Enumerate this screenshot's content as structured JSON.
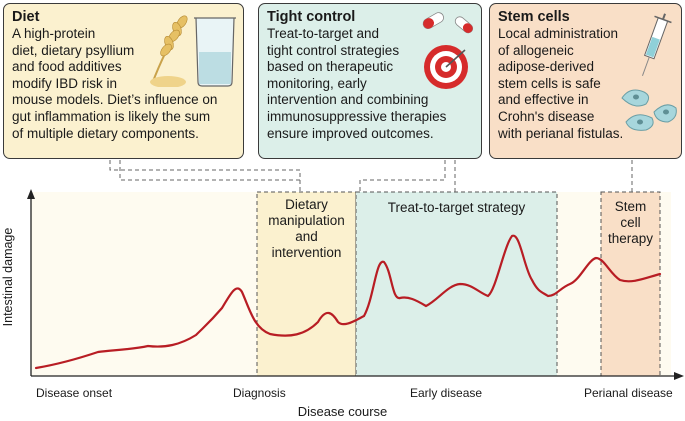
{
  "panels": {
    "diet": {
      "title": "Diet",
      "lines": [
        "A high-protein",
        "diet, dietary psyllium",
        "and food additives",
        "modify IBD risk in",
        "mouse models. Diet’s influence on",
        "gut inflammation is likely the sum",
        "of multiple dietary components."
      ],
      "color": "#fbf1cf",
      "icons": [
        "wheat-icon",
        "beaker-icon"
      ]
    },
    "tight_control": {
      "title": "Tight control",
      "lines": [
        "Treat-to-target and",
        "tight control strategies",
        "based on therapeutic",
        "monitoring, early",
        "intervention and combining",
        "immunosuppressive therapies",
        "ensure improved outcomes."
      ],
      "color": "#dcefe9",
      "icons": [
        "pill-icon",
        "target-icon"
      ]
    },
    "stem_cells": {
      "title": "Stem cells",
      "lines": [
        "Local administration",
        "of allogeneic",
        "adipose-derived",
        "stem cells is safe",
        "and effective in",
        "Crohn's disease",
        "with perianal fistulas."
      ],
      "color": "#f9dfc7",
      "icons": [
        "syringe-icon",
        "stem-cell-icon"
      ]
    }
  },
  "phases": {
    "dietary": {
      "lines": [
        "Dietary",
        "manipulation",
        "and",
        "intervention"
      ],
      "color": "#fbf1cf"
    },
    "treat": {
      "lines": [
        "Treat-to-target strategy"
      ],
      "color": "#dcefe9"
    },
    "stem": {
      "lines": [
        "Stem",
        "cell",
        "therapy"
      ],
      "color": "#f9dfc7"
    }
  },
  "axis": {
    "x_label": "Disease course",
    "y_label": "Intestinal damage",
    "ticks": [
      "Disease onset",
      "Diagnosis",
      "Early disease",
      "Perianal disease"
    ]
  },
  "curve_color": "#b81d24"
}
